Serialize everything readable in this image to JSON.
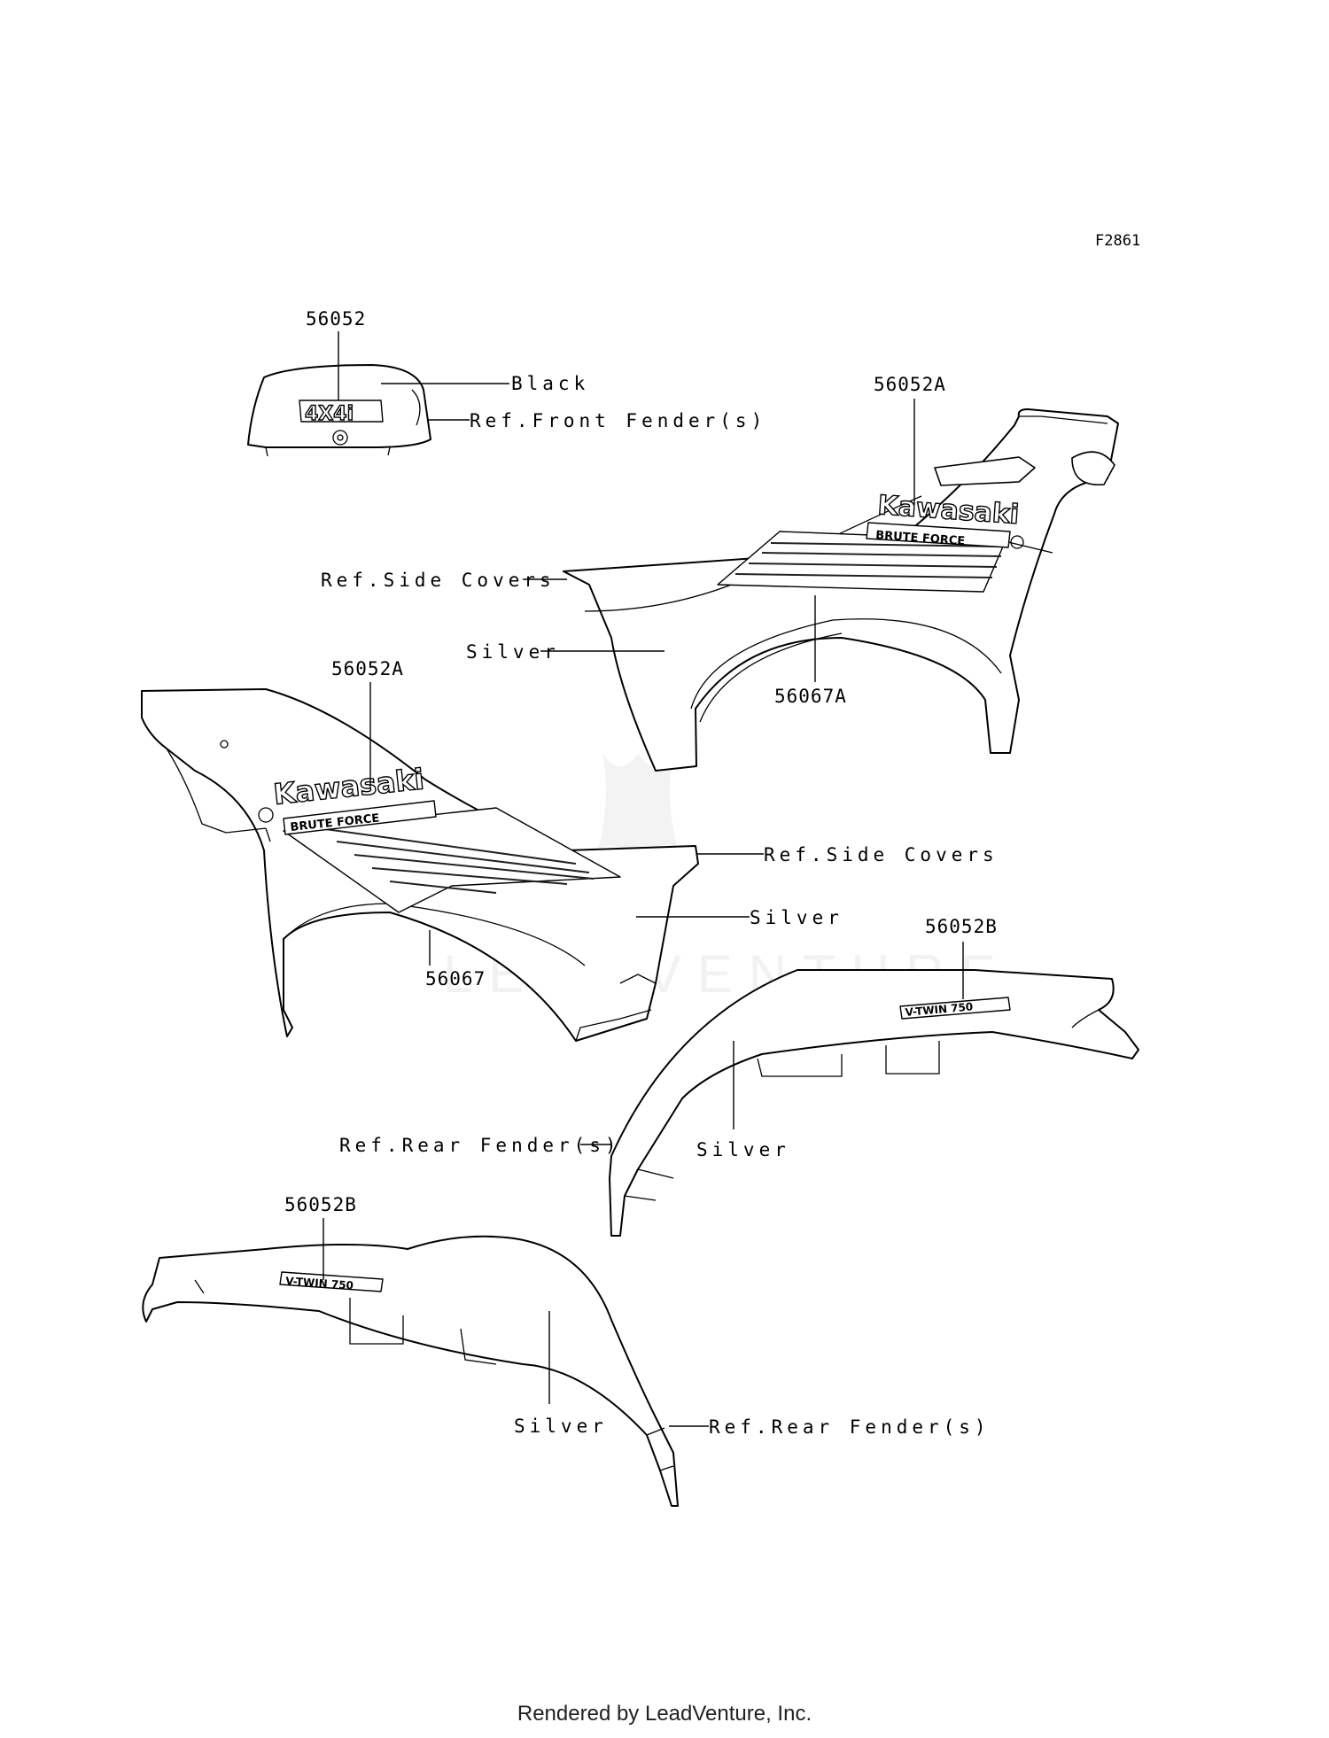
{
  "figure_id": "F2861",
  "footer": "Rendered by LeadVenture, Inc.",
  "watermark": "LEADVENTURE",
  "decal_text": {
    "four_by_four": "4X4i",
    "brand": "Kawasaki",
    "model": "BRUTE FORCE",
    "engine": "V-TWIN 750"
  },
  "labels": {
    "front_part": "56052",
    "front_color": "Black",
    "front_ref": "Ref.Front Fender(s)",
    "right_part": "56052A",
    "right_ref": "Ref.Side Covers",
    "right_color": "Silver",
    "right_stripe": "56067A",
    "left_part": "56052A",
    "left_ref": "Ref.Side Covers",
    "left_color": "Silver",
    "left_stripe": "56067",
    "rear_right_part": "56052B",
    "rear_right_ref": "Ref.Rear Fender(s)",
    "rear_right_color": "Silver",
    "rear_left_part": "56052B",
    "rear_left_color": "Silver",
    "rear_left_ref": "Ref.Rear Fender(s)"
  }
}
